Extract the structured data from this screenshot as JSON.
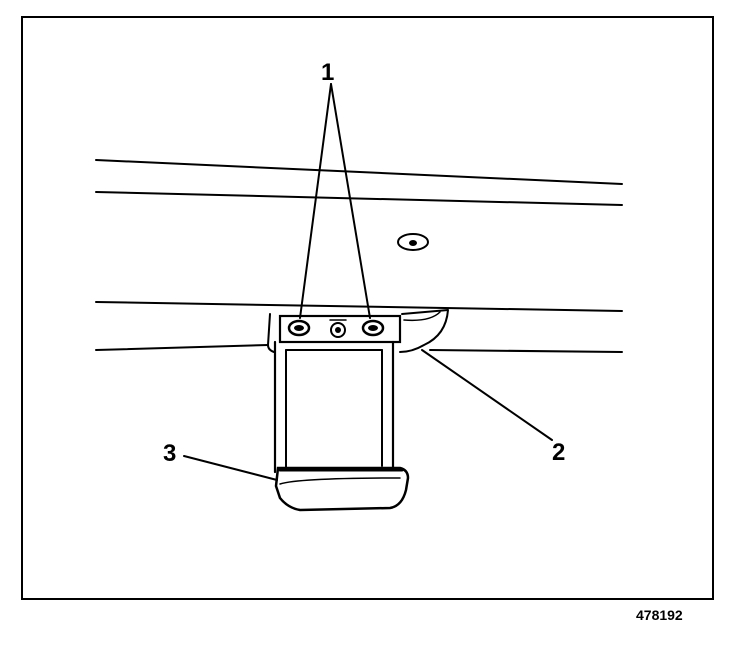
{
  "callouts": [
    {
      "id": "1"
    },
    {
      "id": "2"
    },
    {
      "id": "3"
    }
  ],
  "figure_number": "478192"
}
